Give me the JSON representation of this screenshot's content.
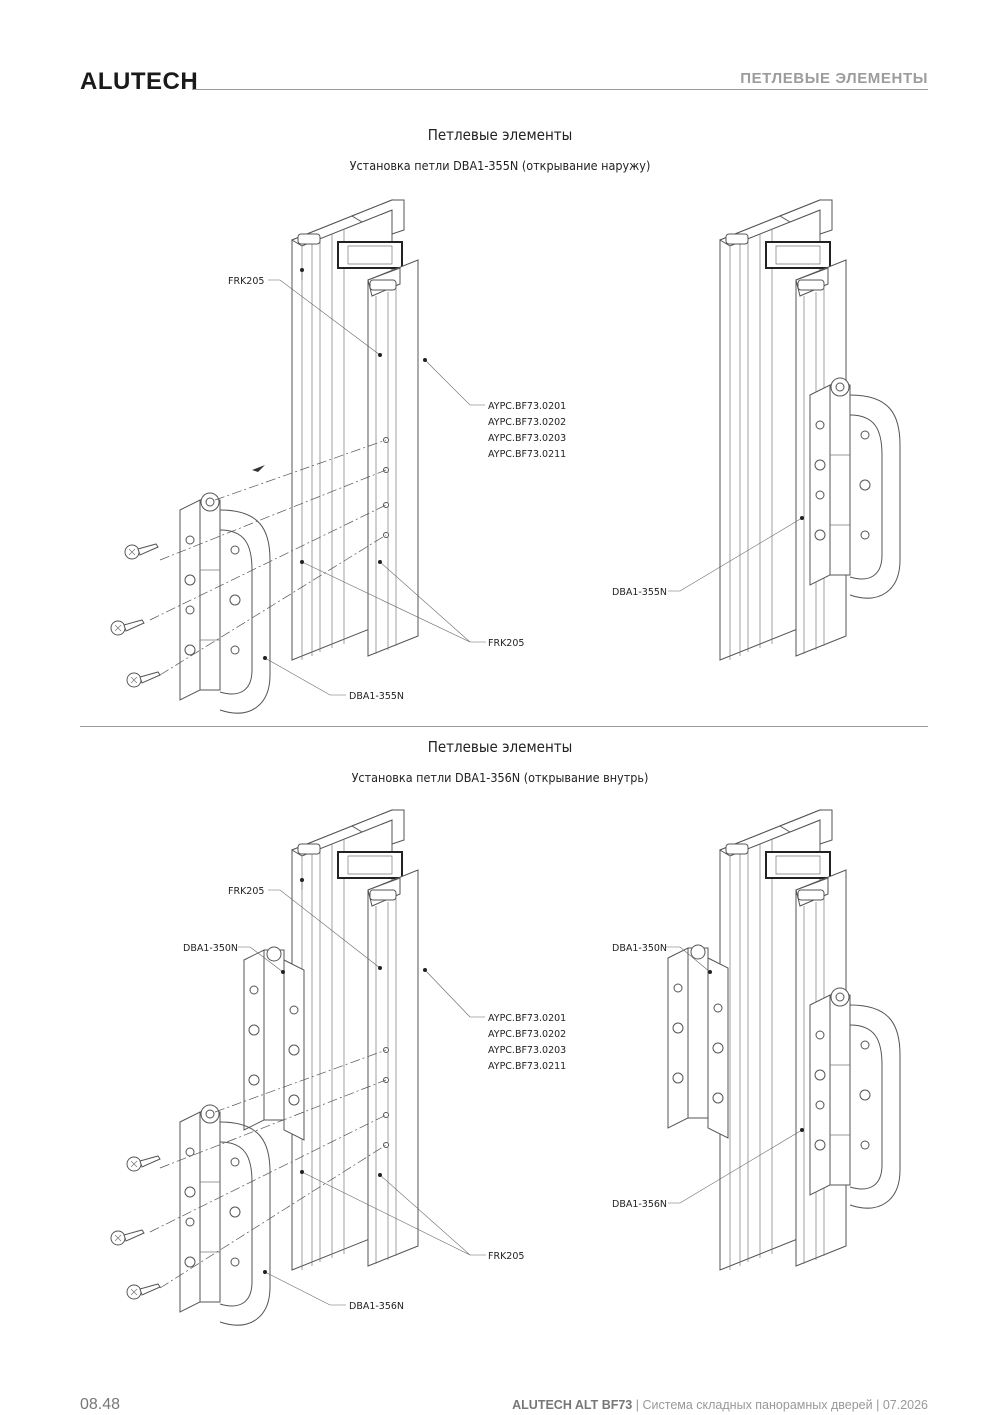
{
  "header": {
    "brand": "ALUTECH",
    "section": "ПЕТЛЕВЫЕ ЭЛЕМЕНТЫ"
  },
  "sections": [
    {
      "title": "Петлевые элементы",
      "subtitle": "Установка петли DBA1-355N (открывание наружу)",
      "labels": {
        "frk_top": "FRK205",
        "aypc": [
          "AYPC.BF73.0201",
          "AYPC.BF73.0202",
          "AYPC.BF73.0203",
          "AYPC.BF73.0211"
        ],
        "frk_bottom": "FRK205",
        "hinge_left": "DBA1-355N",
        "hinge_right": "DBA1-355N"
      }
    },
    {
      "title": "Петлевые элементы",
      "subtitle": "Установка петли DBA1-356N (открывание внутрь)",
      "labels": {
        "frk_top": "FRK205",
        "counterpart_left": "DBA1-350N",
        "aypc": [
          "AYPC.BF73.0201",
          "AYPC.BF73.0202",
          "AYPC.BF73.0203",
          "AYPC.BF73.0211"
        ],
        "frk_bottom": "FRK205",
        "hinge_left": "DBA1-356N",
        "counterpart_right": "DBA1-350N",
        "hinge_right": "DBA1-356N"
      }
    }
  ],
  "footer": {
    "page": "08.48",
    "product": "ALUTECH ALT BF73",
    "sep1": " | ",
    "description": "Система складных панорамных дверей",
    "sep2": " | ",
    "date": "07.2026"
  }
}
